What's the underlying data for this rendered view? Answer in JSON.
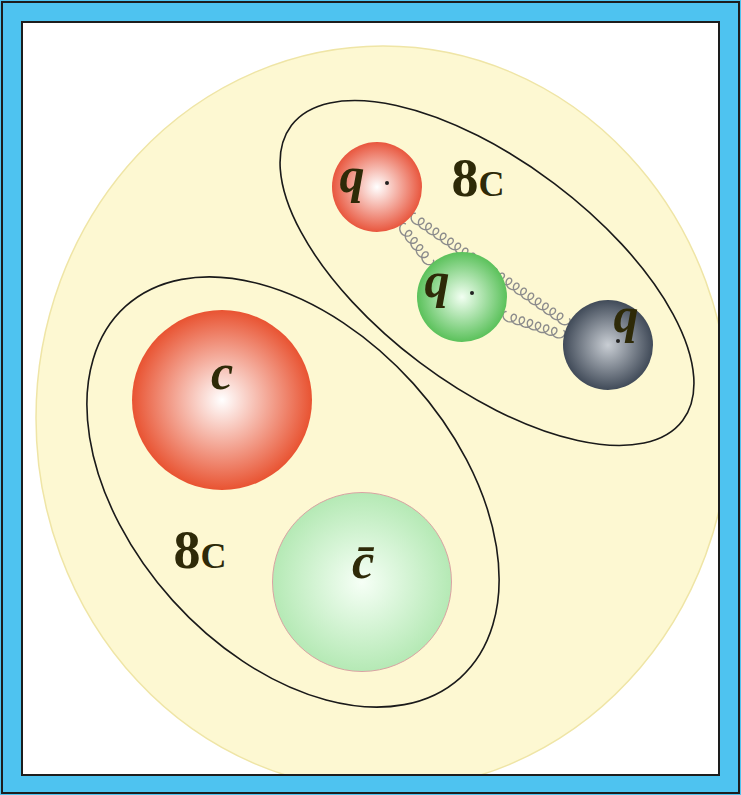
{
  "diagram": {
    "nodes": [
      {
        "text": [
          "8C"
        ]
      },
      {
        "text": [
          "q"
        ],
        "in": 0
      },
      {
        "text": [
          "q"
        ],
        "in": 0
      },
      {
        "text": [
          "q"
        ],
        "in": 0
      },
      {
        "text": [
          "8C"
        ]
      },
      {
        "text": [
          "c"
        ],
        "in": 4
      },
      {
        "text": [
          "c̄"
        ],
        "in": 4
      }
    ],
    "edges": [
      {
        "from": 1,
        "to": 3,
        "arrow": "none"
      },
      {
        "from": 1,
        "to": 2,
        "arrow": "none"
      },
      {
        "from": 2,
        "to": 3,
        "arrow": "none"
      }
    ]
  }
}
